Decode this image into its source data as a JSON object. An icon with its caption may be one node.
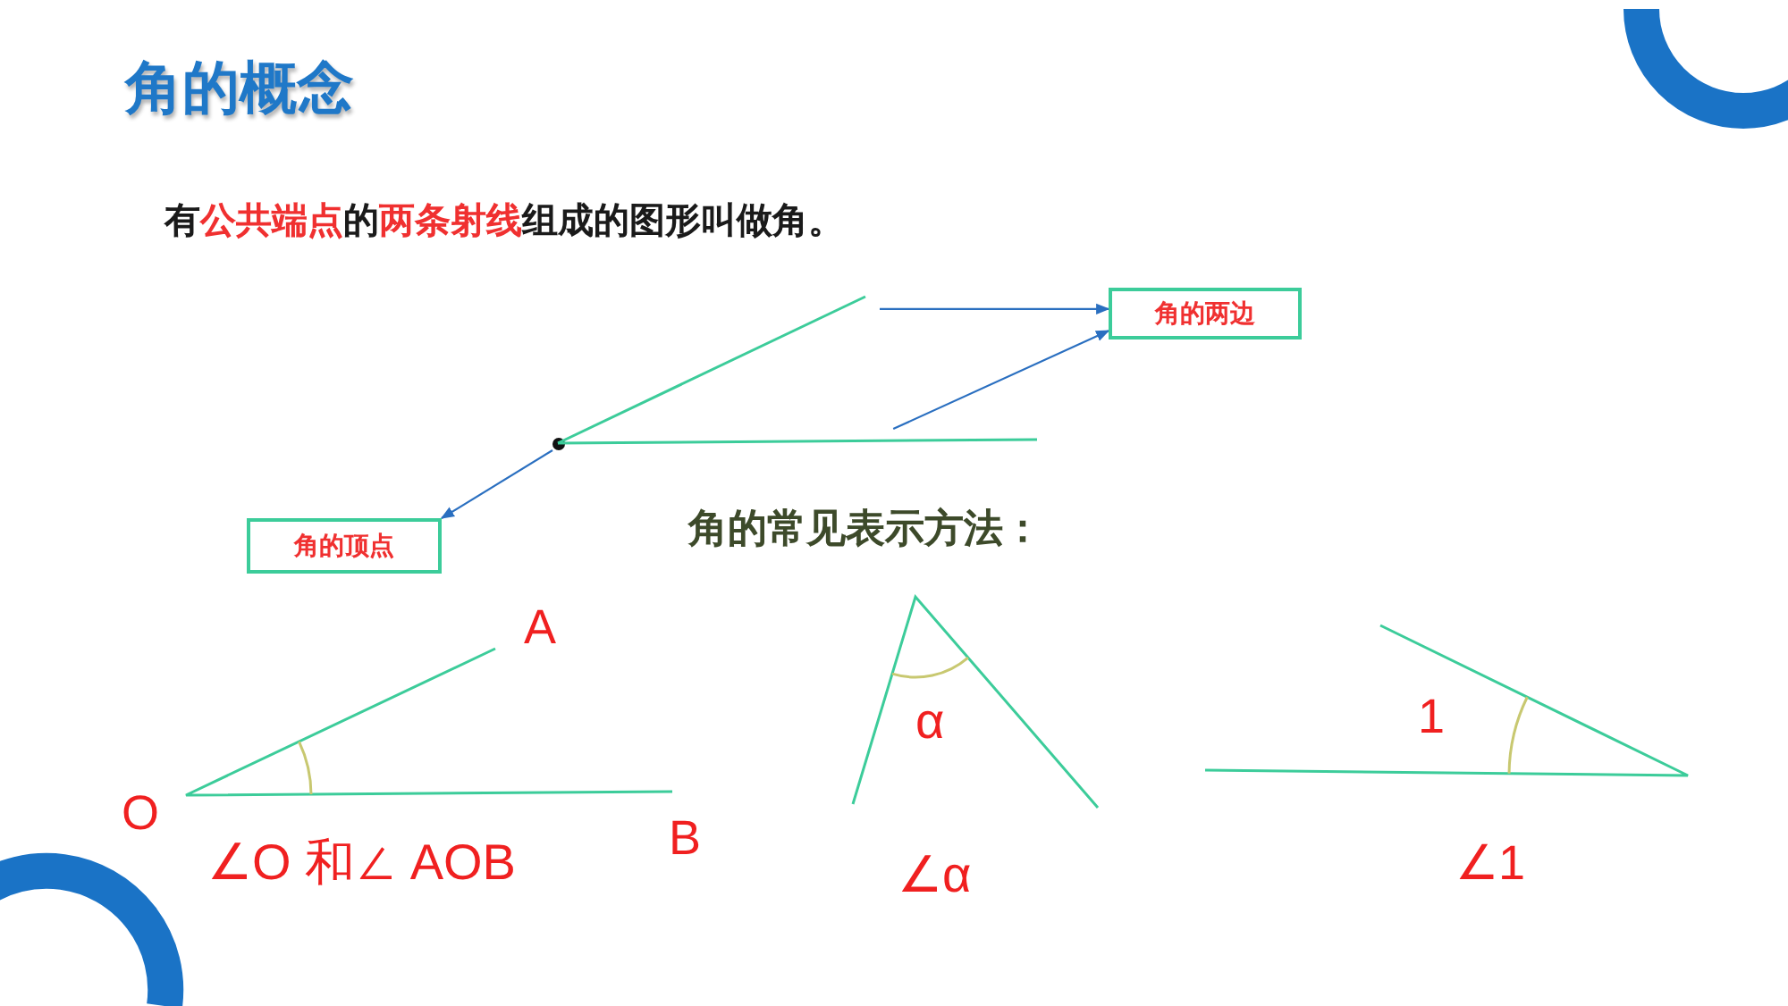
{
  "diagram": {
    "title": "角的概念",
    "nodes": [
      {
        "text": [
          "角的两边"
        ]
      },
      {
        "text": [
          "角的顶点"
        ]
      },
      {
        "text": [],
        "shape": "circle"
      },
      {
        "text": [],
        "shape": "line"
      },
      {
        "text": [],
        "shape": "line"
      }
    ],
    "edges": [
      {
        "from": 3,
        "to": 0,
        "arrow": "to"
      },
      {
        "from": 4,
        "to": 0,
        "arrow": "to"
      },
      {
        "from": 2,
        "to": 1,
        "arrow": "to"
      }
    ],
    "labels": [
      "有**公共端点**的**两条射线**组成的图形叫做角。",
      "角的常见表示方法：",
      "A",
      "O",
      "B",
      "∠O 和∠ AOB",
      "α",
      "∠α",
      "1",
      "∠1"
    ]
  }
}
